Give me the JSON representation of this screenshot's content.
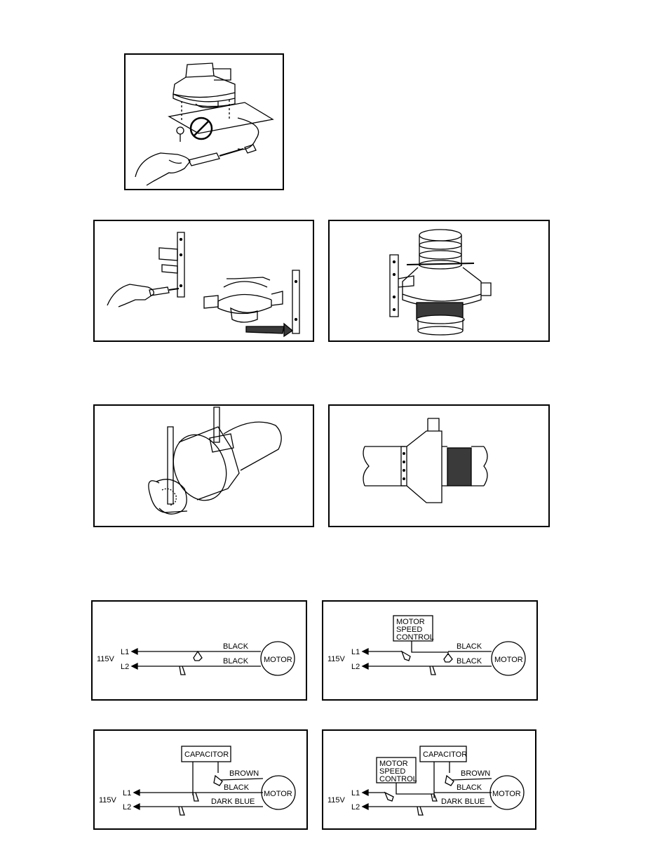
{
  "wiring": {
    "volts": "115V",
    "l1": "L1",
    "l2": "L2",
    "black": "BLACK",
    "brown": "BROWN",
    "dark_blue": "DARK  BLUE",
    "motor": "MOTOR",
    "capacitor": "CAPACITOR",
    "speed_control": [
      "MOTOR",
      "SPEED",
      "CONTROL"
    ]
  },
  "colors": {
    "ink": "#000000",
    "paper": "#ffffff",
    "mesh": "#3a3a3a"
  }
}
